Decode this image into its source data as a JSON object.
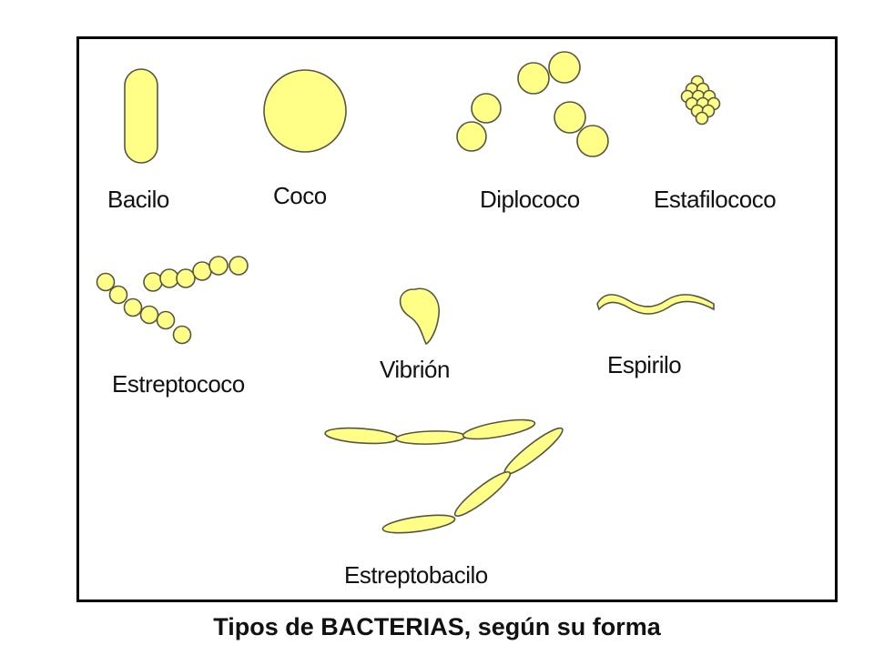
{
  "caption": "Tipos de BACTERIAS, según su forma",
  "colors": {
    "fill": "#ffff88",
    "stroke": "#555544",
    "frame": "#000000"
  },
  "labels": {
    "bacilo": "Bacilo",
    "coco": "Coco",
    "diplococo": "Diplococo",
    "estafilococo": "Estafilococo",
    "estreptococo": "Estreptococo",
    "vibrion": "Vibrión",
    "espirilo": "Espirilo",
    "estreptobacilo": "Estreptobacilo"
  }
}
